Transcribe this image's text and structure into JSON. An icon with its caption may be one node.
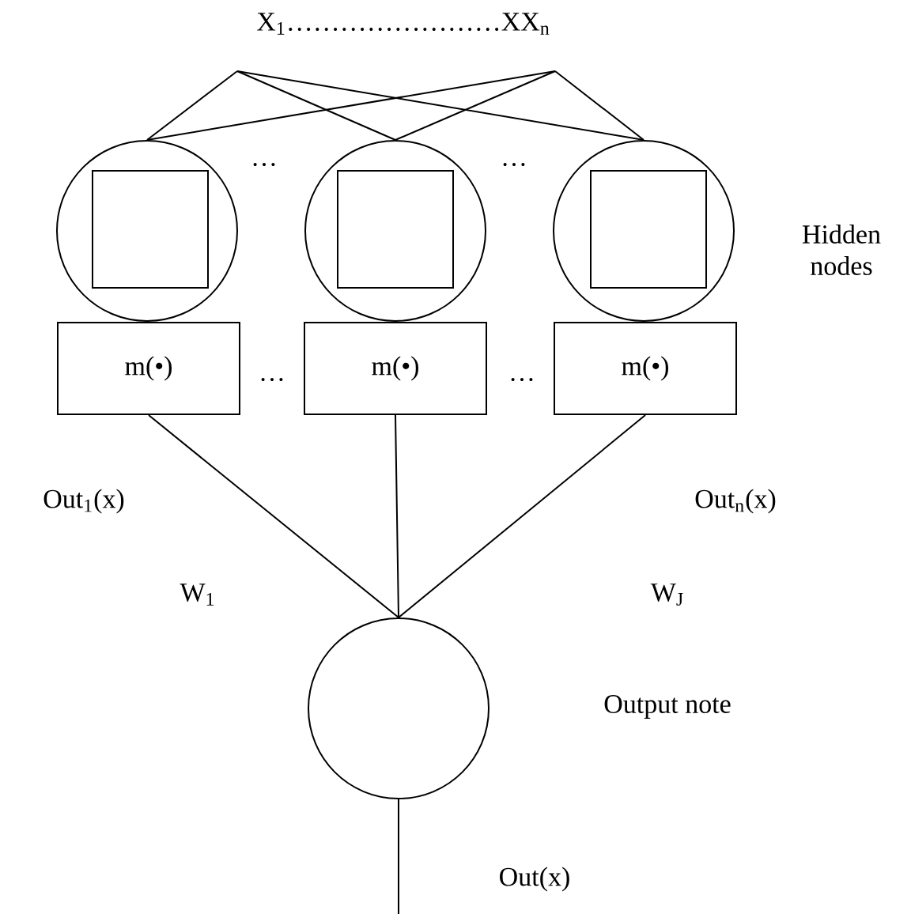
{
  "diagram": {
    "nodes": [
      {
        "text": [],
        "shape": "circle"
      },
      {
        "text": [],
        "shape": "box",
        "in": 0
      },
      {
        "text": [],
        "shape": "circle"
      },
      {
        "text": [],
        "shape": "box",
        "in": 2
      },
      {
        "text": [],
        "shape": "circle"
      },
      {
        "text": [],
        "shape": "box",
        "in": 4
      },
      {
        "text": [
          "m(•)"
        ]
      },
      {
        "text": [
          "m(•)"
        ]
      },
      {
        "text": [
          "m(•)"
        ]
      },
      {
        "text": [],
        "shape": "circle"
      }
    ],
    "edges": [
      {
        "from": null,
        "to": 0,
        "arrow": "none"
      },
      {
        "from": null,
        "to": 2,
        "arrow": "none"
      },
      {
        "from": null,
        "to": 4,
        "arrow": "none"
      },
      {
        "from": null,
        "to": 0,
        "arrow": "none"
      },
      {
        "from": null,
        "to": 2,
        "arrow": "none"
      },
      {
        "from": null,
        "to": 4,
        "arrow": "none"
      },
      {
        "from": 6,
        "to": 9,
        "arrow": "none"
      },
      {
        "from": 7,
        "to": 9,
        "arrow": "none"
      },
      {
        "from": 8,
        "to": 9,
        "arrow": "none"
      },
      {
        "from": 9,
        "to": null,
        "arrow": "none",
        "label": "Out(x)"
      }
    ],
    "labels": [
      "X$_{1}$……………………XX$_{n}$",
      "…",
      "…",
      "Hidden nodes",
      "…",
      "…",
      "Out$_{1}$(x)",
      "Out$_{n}$(x)",
      "W$_{1}$",
      "W$_{J}$",
      "Output note"
    ]
  }
}
